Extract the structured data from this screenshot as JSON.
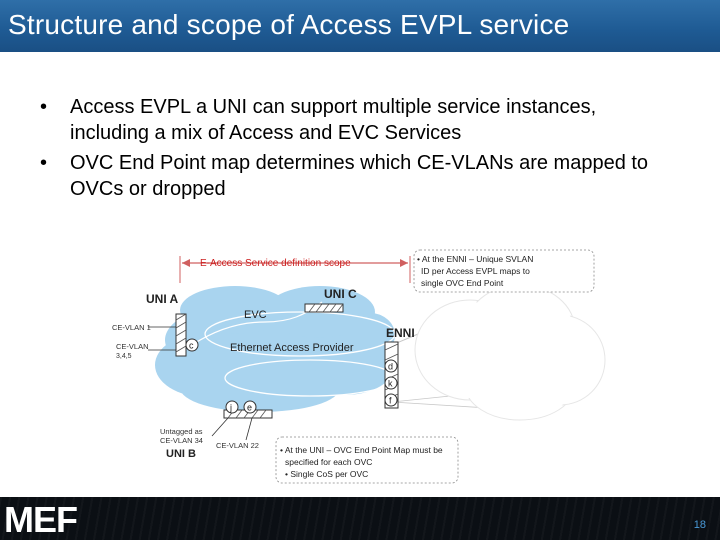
{
  "title": "Structure and scope of Access EVPL service",
  "bullets": [
    {
      "marker": "•",
      "text": "Access EVPL a UNI can support multiple service instances, including a mix of Access and EVC Services"
    },
    {
      "marker": "•",
      "text": "OVC End Point map determines which CE-VLANs are mapped to OVCs or dropped"
    }
  ],
  "diagram": {
    "scope_label": "E-Access Service definition scope",
    "uni_a": "UNI A",
    "uni_b": "UNI B",
    "uni_c": "UNI C",
    "enni": "ENNI",
    "evc": "EVC",
    "provider": "Ethernet Access Provider",
    "ce_vlan_1": "CE-VLAN 1",
    "ce_vlan_list": "CE-VLAN",
    "ce_vlan_list_values": "3,4,5",
    "untagged_line1": "Untagged as",
    "untagged_line2": "CE-VLAN 34",
    "ce_vlan_22": "CE-VLAN 22",
    "endpoints": [
      "c",
      "d",
      "k",
      "f",
      "j",
      "e"
    ],
    "note_top": [
      "• At the ENNI – Unique SVLAN",
      "ID per Access EVPL maps to",
      "single OVC End Point"
    ],
    "note_bottom": [
      "• At the UNI – OVC End Point Map must be",
      "specified for each OVC",
      "• Single CoS per OVC"
    ]
  },
  "footer": {
    "logo": "MEF",
    "page_number": "18"
  },
  "colors": {
    "title_bar": "#1e5a93",
    "cloud": "#a9d4ef",
    "footer": "#0b0f14",
    "page_number": "#4a9ad8"
  }
}
